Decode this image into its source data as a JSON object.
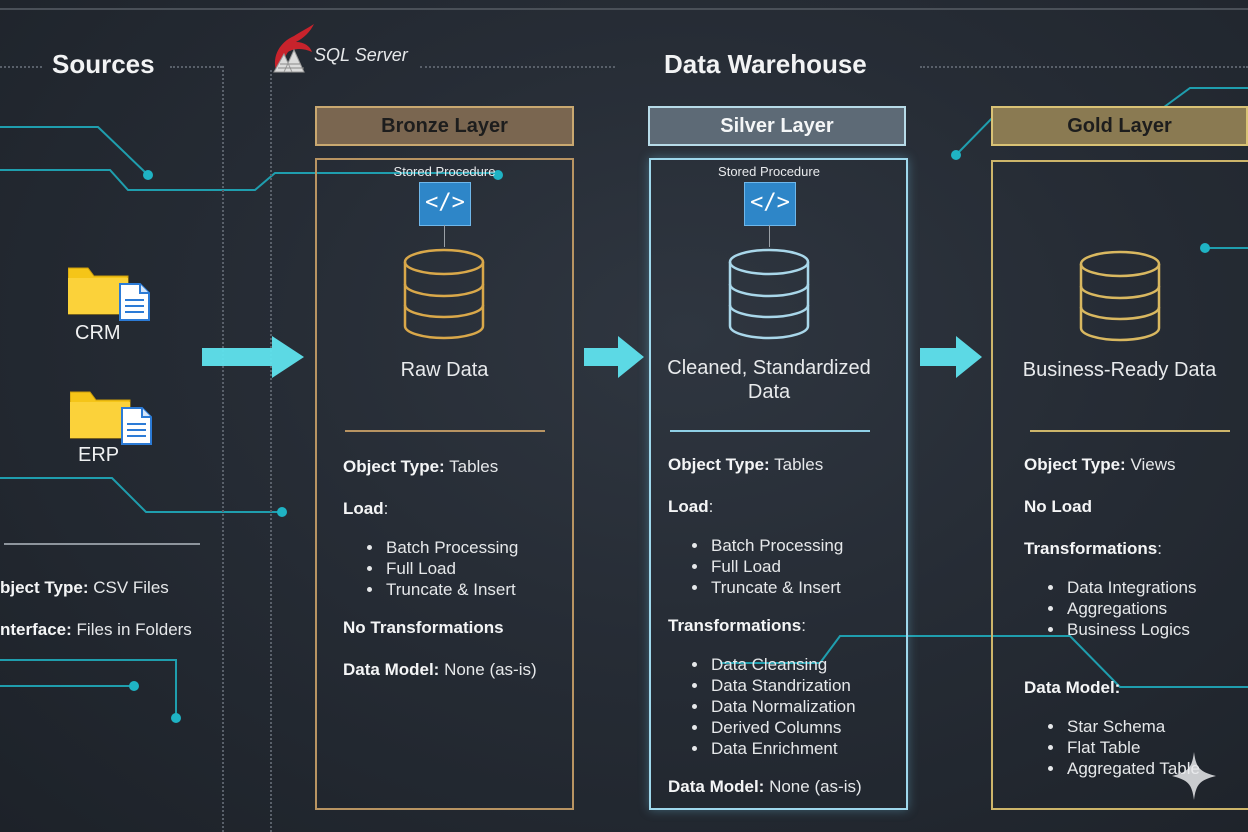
{
  "sources": {
    "title": "Sources",
    "items": [
      {
        "label": "CRM"
      },
      {
        "label": "ERP"
      }
    ],
    "object_type_label": "Object Type:",
    "object_type_value": "CSV Files",
    "interface_label": "Interface:",
    "interface_value": "Files in Folders",
    "object_type_visible": "bject Type:",
    "interface_visible": "nterface:"
  },
  "sql_server": {
    "label": "SQL Server"
  },
  "warehouse": {
    "title": "Data Warehouse"
  },
  "bronze": {
    "title": "Bronze Layer",
    "stored_procedure": "Stored Procedure",
    "code_icon": "</>",
    "data_label": "Raw Data",
    "object_type_label": "Object Type:",
    "object_type_value": "Tables",
    "load_label": "Load",
    "load_items": [
      "Batch Processing",
      "Full Load",
      "Truncate & Insert"
    ],
    "transformations_label": "No Transformations",
    "data_model_label": "Data Model:",
    "data_model_value": "None (as-is)"
  },
  "silver": {
    "title": "Silver Layer",
    "stored_procedure": "Stored Procedure",
    "code_icon": "</>",
    "data_label_line1": "Cleaned, Standardized",
    "data_label_line2": "Data",
    "object_type_label": "Object Type:",
    "object_type_value": "Tables",
    "load_label": "Load",
    "load_items": [
      "Batch Processing",
      "Full Load",
      "Truncate & Insert"
    ],
    "transformations_label": "Transformations",
    "transformation_items": [
      "Data Cleansing",
      "Data Standrization",
      "Data Normalization",
      "Derived Columns",
      "Data Enrichment"
    ],
    "data_model_label": "Data Model:",
    "data_model_value": "None (as-is)"
  },
  "gold": {
    "title": "Gold Layer",
    "data_label": "Business-Ready Data",
    "object_type_label": "Object Type:",
    "object_type_value": "Views",
    "load_label": "No Load",
    "transformations_label": "Transformations",
    "transformation_items": [
      "Data Integrations",
      "Aggregations",
      "Business Logics"
    ],
    "data_model_label": "Data Model:",
    "data_model_items": [
      "Star Schema",
      "Flat Table",
      "Aggregated Table"
    ]
  },
  "colors": {
    "bronze": "#c9a870",
    "silver": "#9fd8ec",
    "gold": "#d9c275",
    "arrow": "#5fe3ee",
    "circuit": "#1fb3c4",
    "icon_blue": "#2e86c8",
    "folder": "#f5c518"
  },
  "icons": [
    "folder-icon",
    "document-icon",
    "code-icon",
    "database-icon",
    "sql-server-logo",
    "arrow-right-icon",
    "sparkle-icon"
  ]
}
